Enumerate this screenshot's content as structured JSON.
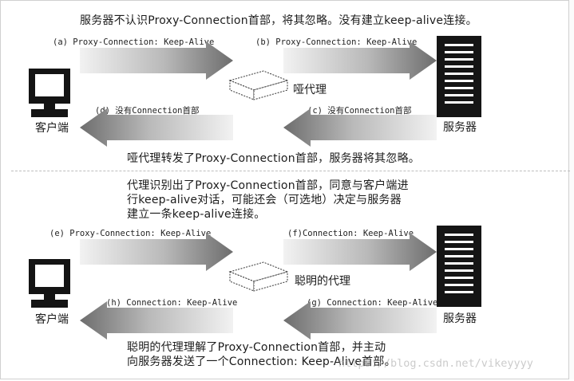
{
  "top": {
    "caption": "服务器不认识Proxy-Connection首部，将其忽略。没有建立keep-alive连接。",
    "label_a": "(a) Proxy-Connection: Keep-Alive",
    "label_b": "(b) Proxy-Connection: Keep-Alive",
    "label_c": "(c) 没有Connection首部",
    "label_d": "(d) 没有Connection首部",
    "client": "客户端",
    "server": "服务器",
    "proxy": "哑代理",
    "bottom_caption": "哑代理转发了Proxy-Connection首部，服务器将其忽略。"
  },
  "bottom": {
    "caption_line1": "代理识别出了Proxy-Connection首部，同意与客户端进",
    "caption_line2": "行keep-alive对话，可能还会（可选地）决定与服务器",
    "caption_line3": "建立一条keep-alive连接。",
    "label_e": "(e) Proxy-Connection: Keep-Alive",
    "label_f": "(f)Connection: Keep-Alive",
    "label_g": "(g) Connection: Keep-Alive",
    "label_h": "(h) Connection: Keep-Alive",
    "client": "客户端",
    "server": "服务器",
    "proxy": "聪明的代理",
    "bottom_line1": "聪明的代理理解了Proxy-Connection首部，并主动",
    "bottom_line2": "向服务器发送了一个Connection: Keep-Alive首部。"
  },
  "watermark": "https://blog.csdn.net/vikeyyyy",
  "colors": {
    "ink": "#1c1c1c",
    "arrow_dark": "#7a7a7a",
    "arrow_light": "#efefef"
  }
}
